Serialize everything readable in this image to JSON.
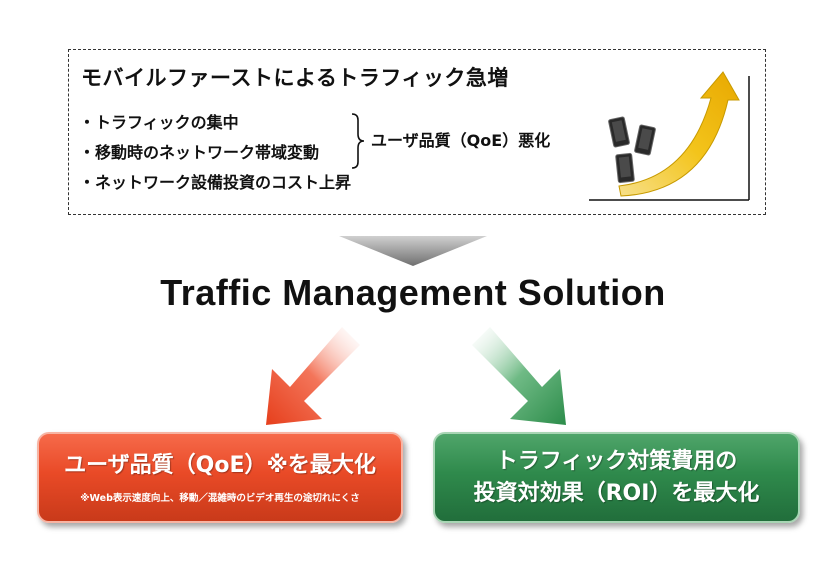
{
  "problem": {
    "title": "モバイルファーストによるトラフィック急増",
    "bullets": [
      "・トラフィックの集中",
      "・移動時のネットワーク帯域変動",
      "・ネットワーク設備投資のコスト上昇"
    ],
    "effect": "ユーザ品質（QoE）悪化"
  },
  "solution": {
    "title": "Traffic Management Solution"
  },
  "outcomes": {
    "qoe": {
      "title": "ユーザ品質（QoE）※を最大化",
      "note": "※Web表示速度向上、移動／混雑時のビデオ再生の途切れにくさ",
      "color": "#e94a27"
    },
    "roi": {
      "line1": "トラフィック対策費用の",
      "line2": "投資対効果（ROI）を最大化",
      "color": "#2f8a4c"
    }
  }
}
